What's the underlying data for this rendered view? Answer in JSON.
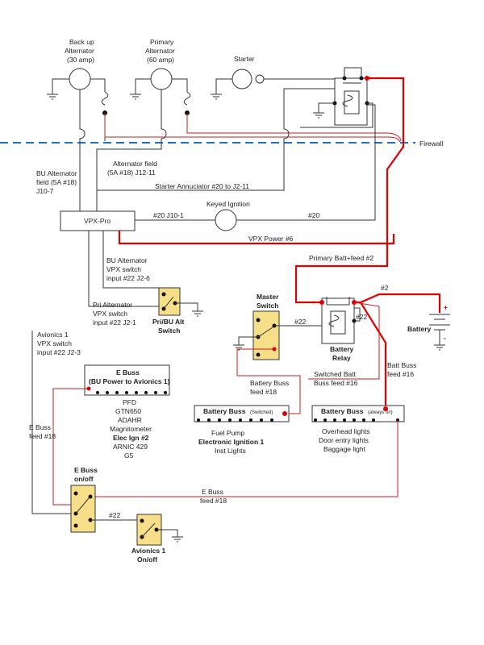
{
  "labels": {
    "backup_alt": [
      "Back up",
      "Alternator",
      "(30 amp)"
    ],
    "primary_alt": [
      "Primary",
      "Alternator",
      "(60 amp)"
    ],
    "starter": "Starter",
    "firewall": "Firewall",
    "bu_alt_field": [
      "BU Alternator",
      "field  (5A #18)",
      "J10-7"
    ],
    "alt_field": [
      "Alternator field",
      "(5A #18) J12-11"
    ],
    "starter_annunciator": "Starter Annuciator #20 to J2-11",
    "keyed_ignition": "Keyed Ignition",
    "vpx_pro": "VPX-Pro",
    "j10_1": "#20  J10-1",
    "wire_20": "#20",
    "vpx_power": "VPX Power  #6",
    "primary_batt_feed": "Primary Batt+feed  #2",
    "bu_alt_vpx_input": [
      "BU Alternator",
      "VPX switch",
      "input #22  J2-6"
    ],
    "pri_alt_vpx_input": [
      "Pri Alternator",
      "VPX switch",
      "input #22  J2-1"
    ],
    "pri_bu_alt_switch": [
      "Pri/BU Alt",
      "Switch"
    ],
    "master_switch": [
      "Master",
      "Switch"
    ],
    "wire_22_master": "#22",
    "wire_22_relay": "#22",
    "battery_relay": [
      "Battery",
      "Relay"
    ],
    "wire_2": "#2",
    "battery": "Battery",
    "battery_plus": "+",
    "battery_minus": "-",
    "avionics1_input": [
      "Avionics 1",
      "VPX switch",
      "input #22  J2-3"
    ],
    "ebuss_title": "E Buss",
    "ebuss_subtitle": "(BU Power to Avionics 1)",
    "ebuss_loads": [
      "PFD",
      "GTN650",
      "ADAHR",
      "Magnitometer",
      "Elec Ign #2",
      "ARNIC 429",
      "G5"
    ],
    "battery_buss_feed": [
      "Battery Buss",
      "feed #18"
    ],
    "switched_batt_feed": [
      "Switched Batt",
      "Buss feed #16"
    ],
    "batt_buss_feed": [
      "Batt Buss",
      "feed #16"
    ],
    "battery_buss_switched": "Battery Buss",
    "battery_buss_switched_tag": "(Switched)",
    "switched_loads": [
      "Fuel Pump",
      "Electronic Ignition 1",
      "Inst Lights"
    ],
    "battery_buss_always": "Battery Buss",
    "battery_buss_always_tag": "(always on)",
    "always_loads": [
      "Overhead lights",
      "Door entry lights",
      "Baggage light"
    ],
    "ebuss_feed_left": [
      "E Buss",
      "feed #18"
    ],
    "ebuss_feed_mid": [
      "E Buss",
      "feed #18"
    ],
    "ebuss_onoff": [
      "E Buss",
      "on/off"
    ],
    "wire_22_av": "#22",
    "avionics1_onoff": [
      "Avionics 1",
      "On/off"
    ]
  },
  "colors": {
    "wire": "#333333",
    "power_wire": "#e00000",
    "firewall_line": "#1f6fc9",
    "switch_fill": "#f7df8a"
  }
}
